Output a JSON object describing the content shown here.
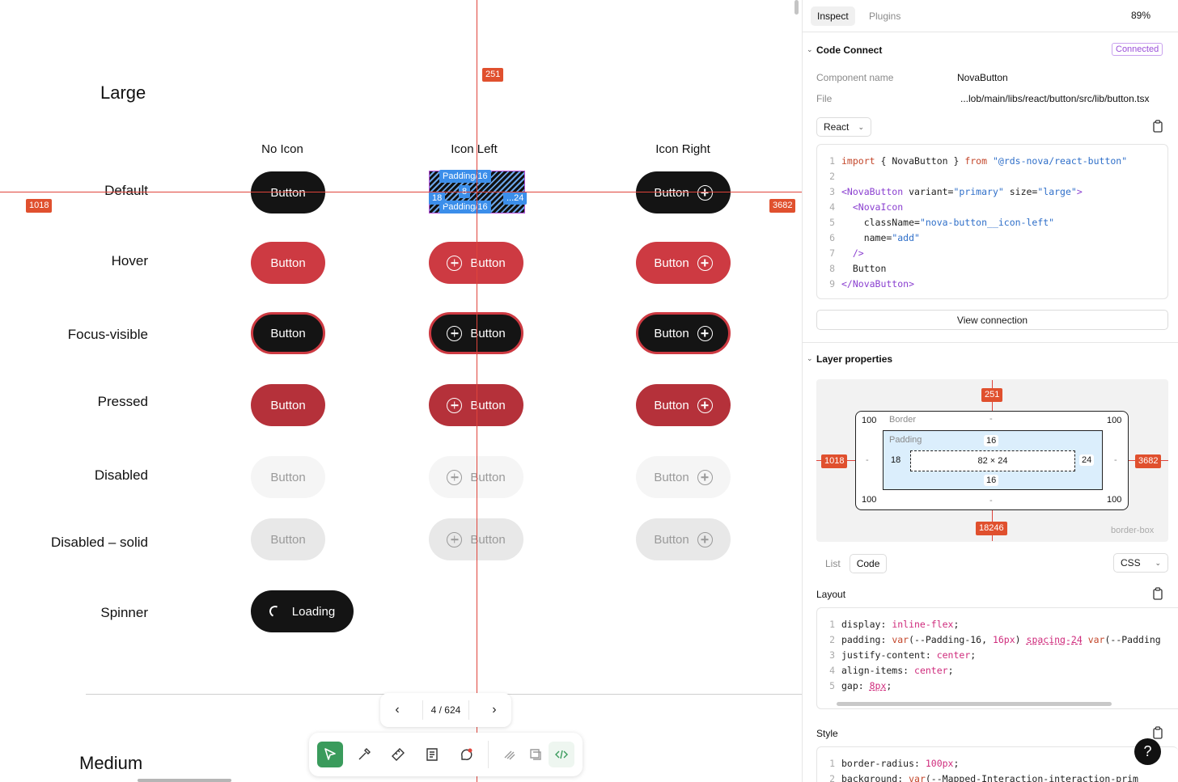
{
  "canvas": {
    "size_title": "Large",
    "next_size_title": "Medium",
    "columns": [
      "No Icon",
      "Icon Left",
      "Icon Right"
    ],
    "rows": [
      "Default",
      "Hover",
      "Focus-visible",
      "Pressed",
      "Disabled",
      "Disabled – solid",
      "Spinner"
    ],
    "button_label": "Button",
    "spinner_label": "Loading",
    "guides": {
      "top": "251",
      "left": "1018",
      "right": "3682"
    },
    "selection": {
      "pad_top": "Padding/16",
      "pad_bottom": "Padding/16",
      "left": "18",
      "gap": "8",
      "right": "...24"
    },
    "pager": {
      "label": "4 / 624",
      "prev": "‹",
      "next": "›"
    }
  },
  "panel": {
    "tabs": [
      "Inspect",
      "Plugins"
    ],
    "zoom": "89%",
    "code_connect": {
      "title": "Code Connect",
      "status": "Connected",
      "component_label": "Component name",
      "component_value": "NovaButton",
      "file_label": "File",
      "file_value": "...lob/main/libs/react/button/src/lib/button.tsx",
      "framework": "React",
      "line_numbers": [
        "1",
        "2",
        "3",
        "4",
        "5",
        "6",
        "7",
        "8",
        "9"
      ],
      "view_button": "View connection"
    },
    "layer": {
      "title": "Layer properties",
      "border_label": "Border",
      "padding_label": "Padding",
      "radius": "100",
      "dash": "-",
      "pad_top": "16",
      "pad_bottom": "16",
      "pad_left": "18",
      "pad_right": "24",
      "content_size": "82 × 24",
      "top": "251",
      "left": "1018",
      "right": "3682",
      "bottom": "18246",
      "box_sizing": "border-box"
    },
    "view_tabs": [
      "List",
      "Code"
    ],
    "lang": "CSS",
    "layout": {
      "title": "Layout",
      "line_numbers": [
        "1",
        "2",
        "3",
        "4",
        "5"
      ]
    },
    "style": {
      "title": "Style",
      "line_numbers": [
        "1",
        "2"
      ]
    },
    "help": "?"
  }
}
